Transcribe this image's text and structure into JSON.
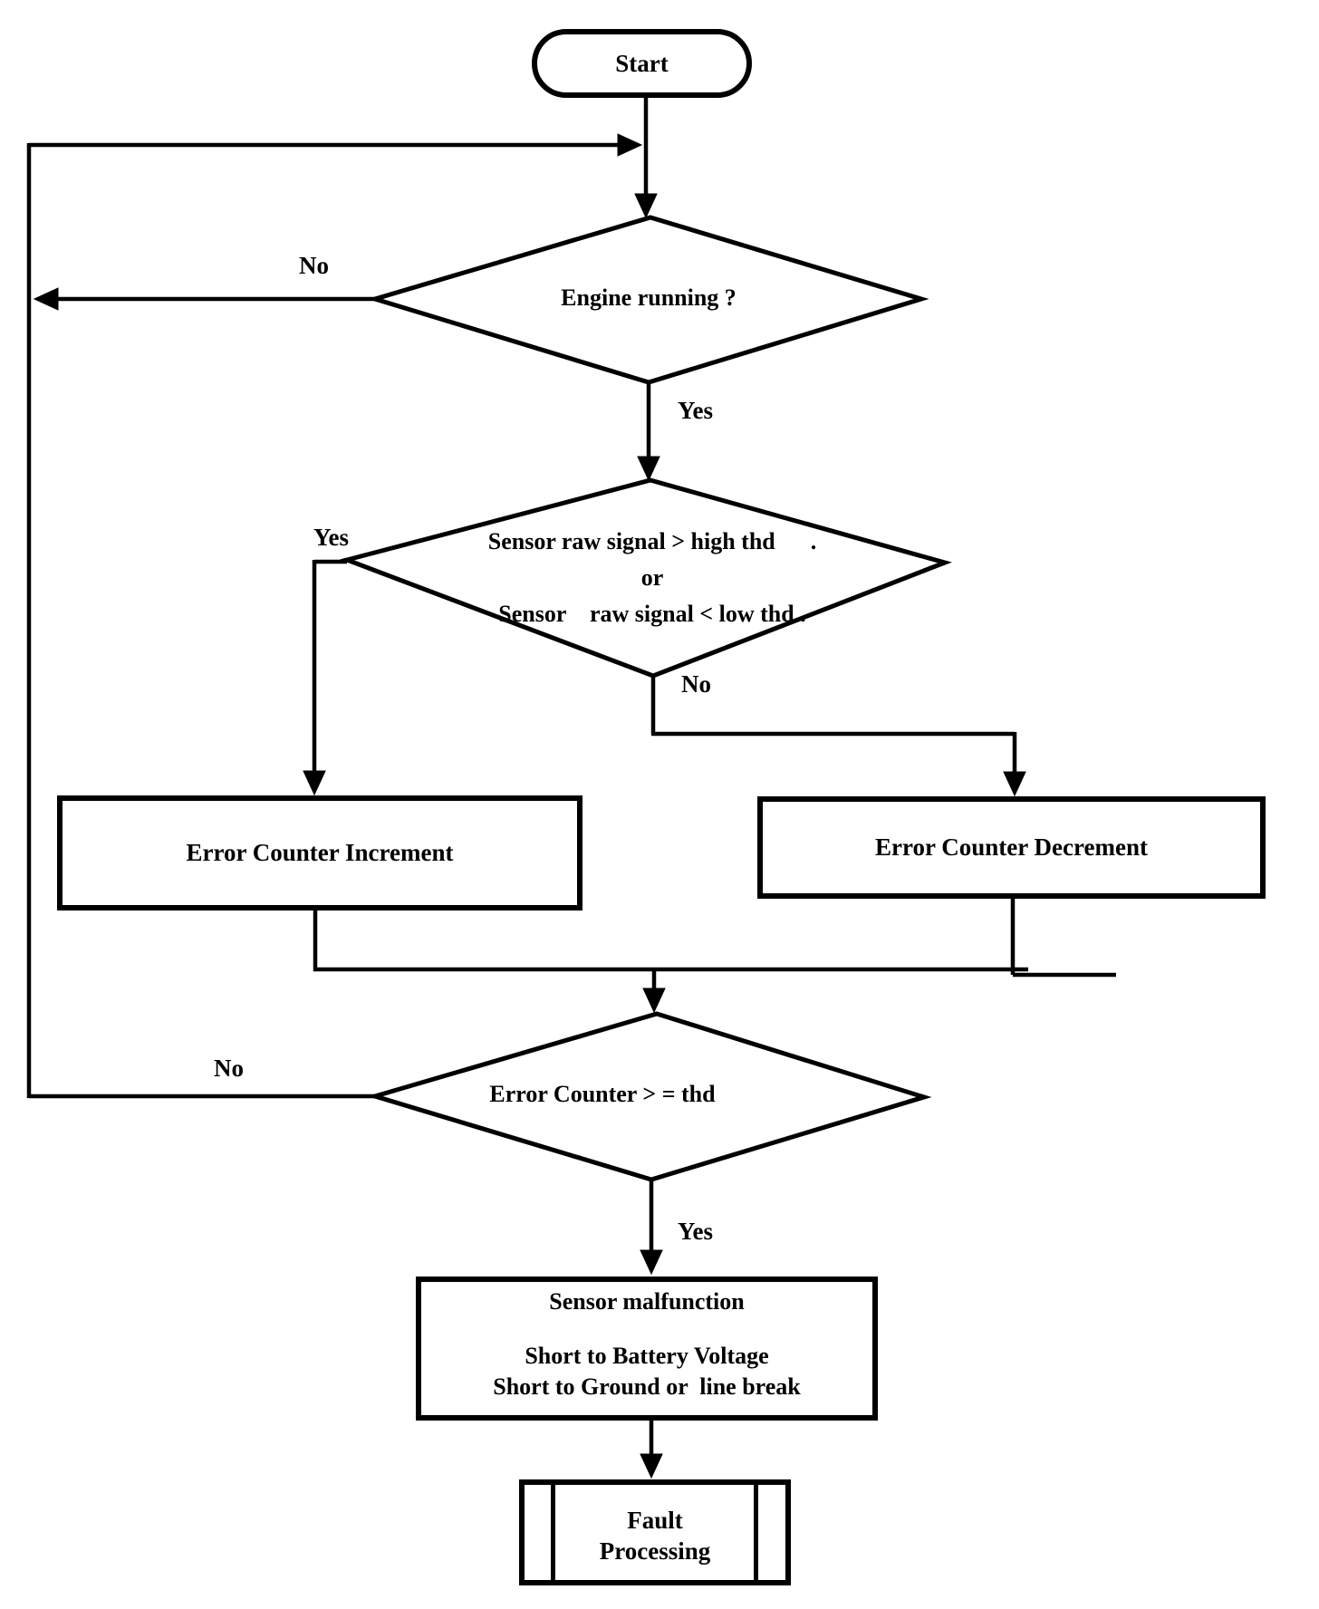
{
  "flowchart": {
    "background_color": "#ffffff",
    "line_color": "#000000",
    "nodes": {
      "start": {
        "type": "terminator",
        "label": "Start"
      },
      "engine_running": {
        "type": "decision",
        "label": "Engine running ?"
      },
      "signal_check": {
        "type": "decision",
        "line1": "Sensor raw signal > high thd      .",
        "line2": "or",
        "line3": "Sensor    raw signal < low thd ."
      },
      "error_counter_increment": {
        "type": "process",
        "label": "Error Counter Increment"
      },
      "error_counter_decrement": {
        "type": "process",
        "label": "Error Counter Decrement"
      },
      "error_counter_check": {
        "type": "decision",
        "label": "Error Counter > = thd"
      },
      "sensor_malfunction": {
        "type": "process",
        "line1": "Sensor malfunction",
        "line2": "Short to Battery Voltage",
        "line3": "Short to Ground or  line break"
      },
      "fault_processing": {
        "type": "predefined-process",
        "line1": "Fault",
        "line2": "Processing"
      }
    },
    "edge_labels": {
      "engine_no": "No",
      "engine_yes": "Yes",
      "signal_yes": "Yes",
      "signal_no": "No",
      "counter_no": "No",
      "counter_yes": "Yes"
    }
  }
}
